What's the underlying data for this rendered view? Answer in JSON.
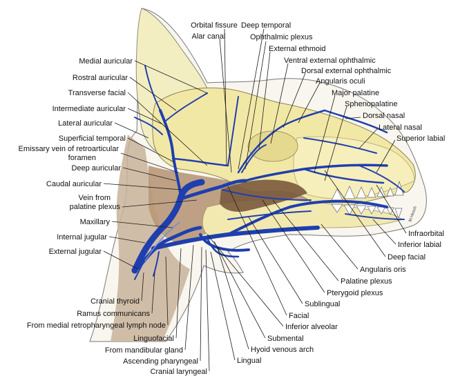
{
  "labels_top": [
    {
      "id": "orbital-fissure",
      "text": "Orbital fissure"
    },
    {
      "id": "alar-canal",
      "text": "Alar canal"
    },
    {
      "id": "deep-temporal",
      "text": "Deep temporal"
    },
    {
      "id": "ophthalmic-plexus",
      "text": "Ophthalmic plexus"
    },
    {
      "id": "external-ethmoid",
      "text": "External ethmoid"
    },
    {
      "id": "ventral-external-ophthalmic",
      "text": "Ventral external ophthalmic"
    },
    {
      "id": "dorsal-external-ophthalmic",
      "text": "Dorsal external ophthalmic"
    },
    {
      "id": "angularis-oculi",
      "text": "Angularis oculi"
    },
    {
      "id": "major-palatine",
      "text": "Major palatine"
    },
    {
      "id": "sphenopalatine",
      "text": "Sphenopalatine"
    },
    {
      "id": "dorsal-nasal",
      "text": "Dorsal nasal"
    },
    {
      "id": "lateral-nasal",
      "text": "Lateral nasal"
    },
    {
      "id": "superior-labial",
      "text": "Superior labial"
    }
  ],
  "labels_left": [
    {
      "id": "medial-auricular",
      "text": "Medial auricular"
    },
    {
      "id": "rostral-auricular",
      "text": "Rostral auricular"
    },
    {
      "id": "transverse-facial",
      "text": "Transverse facial"
    },
    {
      "id": "intermediate-auricular",
      "text": "Intermediate auricular"
    },
    {
      "id": "lateral-auricular",
      "text": "Lateral auricular"
    },
    {
      "id": "superficial-temporal",
      "text": "Superficial temporal"
    },
    {
      "id": "emissary-vein-1",
      "text": "Emissary vein of retroarticular"
    },
    {
      "id": "emissary-vein-2",
      "text": "foramen"
    },
    {
      "id": "deep-auricular",
      "text": "Deep auricular"
    },
    {
      "id": "caudal-auricular",
      "text": "Caudal auricular"
    },
    {
      "id": "vein-from-1",
      "text": "Vein from"
    },
    {
      "id": "vein-from-2",
      "text": "palatine plexus"
    },
    {
      "id": "maxillary",
      "text": "Maxillary"
    },
    {
      "id": "internal-jugular",
      "text": "Internal jugular"
    },
    {
      "id": "external-jugular",
      "text": "External jugular"
    }
  ],
  "labels_right": [
    {
      "id": "infraorbital",
      "text": "Infraorbital"
    },
    {
      "id": "inferior-labial",
      "text": "Inferior labial"
    },
    {
      "id": "deep-facial",
      "text": "Deep facial"
    },
    {
      "id": "angularis-oris",
      "text": "Angularis oris"
    },
    {
      "id": "palatine-plexus",
      "text": "Palatine plexus"
    },
    {
      "id": "pterygoid-plexus",
      "text": "Pterygoid plexus"
    },
    {
      "id": "sublingual",
      "text": "Sublingual"
    },
    {
      "id": "facial",
      "text": "Facial"
    },
    {
      "id": "inferior-alveolar",
      "text": "Inferior alveolar"
    },
    {
      "id": "submental",
      "text": "Submental"
    },
    {
      "id": "hyoid-venous-arch",
      "text": "Hyoid venous arch"
    },
    {
      "id": "lingual",
      "text": "Lingual"
    }
  ],
  "labels_bottom": [
    {
      "id": "cranial-thyroid",
      "text": "Cranial thyroid"
    },
    {
      "id": "ramus-communicans",
      "text": "Ramus communicans"
    },
    {
      "id": "from-medial-retropharyngeal",
      "text": "From medial retropharyngeal lymph node"
    },
    {
      "id": "linguofacial",
      "text": "Linguofacial"
    },
    {
      "id": "from-mandibular-gland",
      "text": "From mandibular gland"
    },
    {
      "id": "ascending-pharyngeal",
      "text": "Ascending pharyngeal"
    },
    {
      "id": "cranial-laryngeal",
      "text": "Cranial laryngeal"
    }
  ],
  "signature": "M.Hirsch"
}
